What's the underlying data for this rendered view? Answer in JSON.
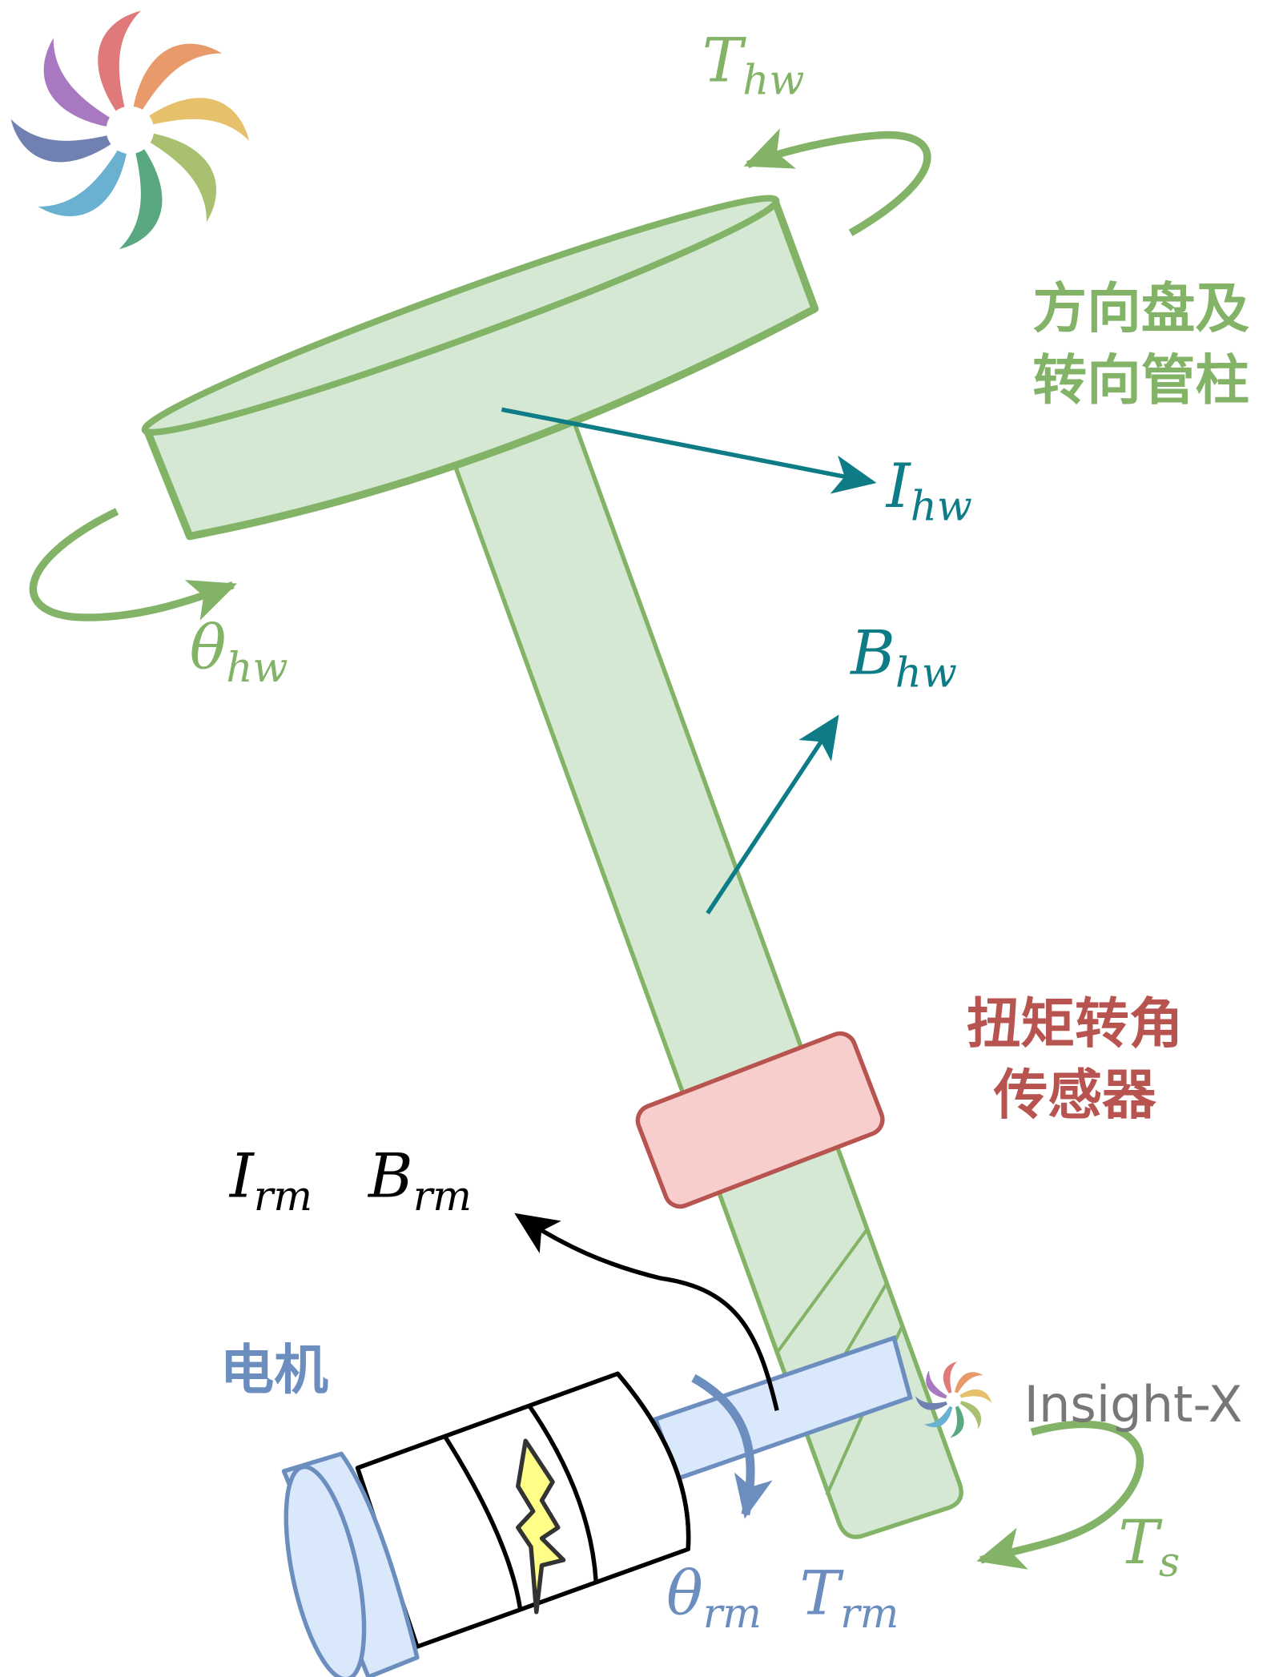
{
  "labels": {
    "torque_hw": {
      "main": "T",
      "sub": "hw"
    },
    "inertia_hw": {
      "main": "I",
      "sub": "hw"
    },
    "damping_hw": {
      "main": "B",
      "sub": "hw"
    },
    "angle_hw": {
      "main": "θ",
      "sub": "hw"
    },
    "inertia_rm": {
      "main": "I",
      "sub": "rm"
    },
    "damping_rm": {
      "main": "B",
      "sub": "rm"
    },
    "angle_rm": {
      "main": "θ",
      "sub": "rm"
    },
    "torque_rm": {
      "main": "T",
      "sub": "rm"
    },
    "torque_s": {
      "main": "T",
      "sub": "s"
    }
  },
  "components": {
    "steering_line1": "方向盘及",
    "steering_line2": "转向管柱",
    "sensor_line1": "扭矩转角",
    "sensor_line2": "传感器",
    "motor": "电机"
  },
  "watermark": "Insight-X",
  "colors": {
    "green": "#82b366",
    "green_fill": "#d5e8d4",
    "teal": "#0e7c86",
    "red": "#b85450",
    "red_fill": "#f8cecc",
    "blue": "#6c8ebf",
    "blue_fill": "#dae8fc",
    "yellow": "#ffff88"
  }
}
